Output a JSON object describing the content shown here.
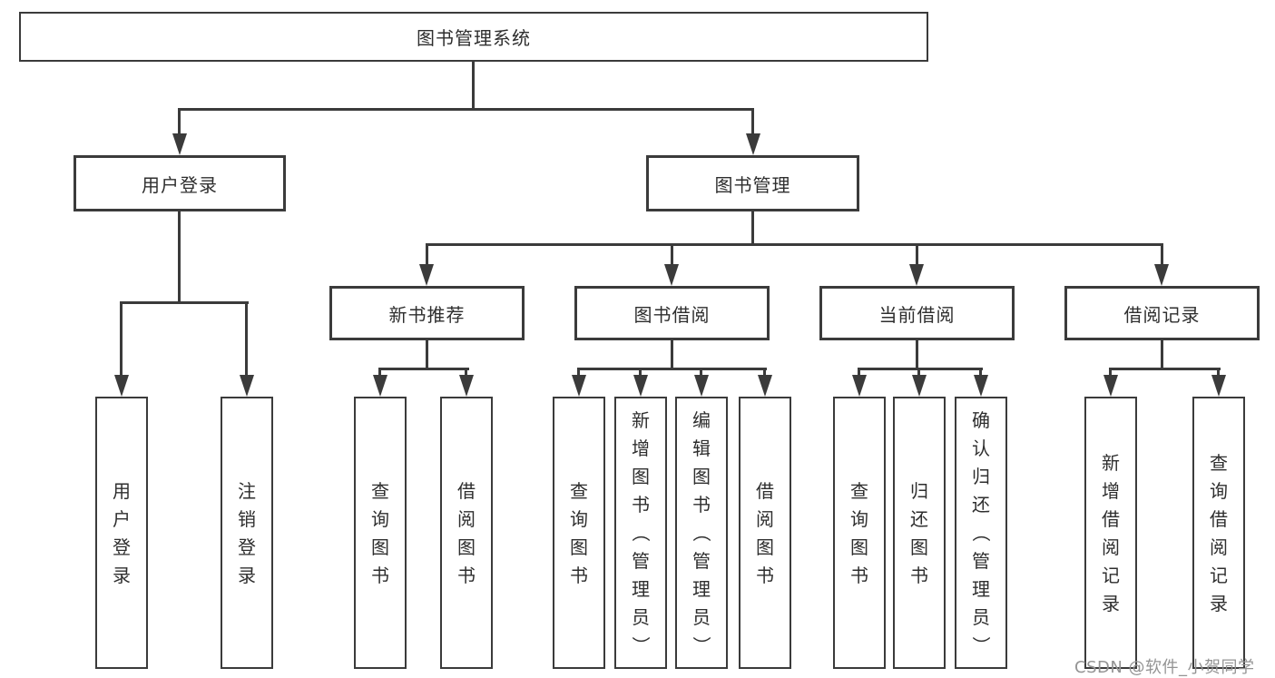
{
  "colors": {
    "line": "#3b3b3b",
    "text": "#2e2e2e",
    "background": "#ffffff",
    "watermark_color": "#949494"
  },
  "watermark": {
    "text": "CSDN @软件_小贺同学"
  },
  "tree": {
    "root": {
      "label": "图书管理系统"
    },
    "branches": [
      {
        "label": "用户登录",
        "leaves": [
          {
            "label": "用户登录"
          },
          {
            "label": "注销登录"
          }
        ]
      },
      {
        "label": "图书管理",
        "children": [
          {
            "label": "新书推荐",
            "leaves": [
              {
                "label": "查询图书"
              },
              {
                "label": "借阅图书"
              }
            ]
          },
          {
            "label": "图书借阅",
            "leaves": [
              {
                "label": "查询图书"
              },
              {
                "label": "新增图书（管理员）"
              },
              {
                "label": "编辑图书（管理员）"
              },
              {
                "label": "借阅图书"
              }
            ]
          },
          {
            "label": "当前借阅",
            "leaves": [
              {
                "label": "查询图书"
              },
              {
                "label": "归还图书"
              },
              {
                "label": "确认归还（管理员）"
              }
            ]
          },
          {
            "label": "借阅记录",
            "leaves": [
              {
                "label": "新增借阅记录"
              },
              {
                "label": "查询借阅记录"
              }
            ]
          }
        ]
      }
    ]
  }
}
